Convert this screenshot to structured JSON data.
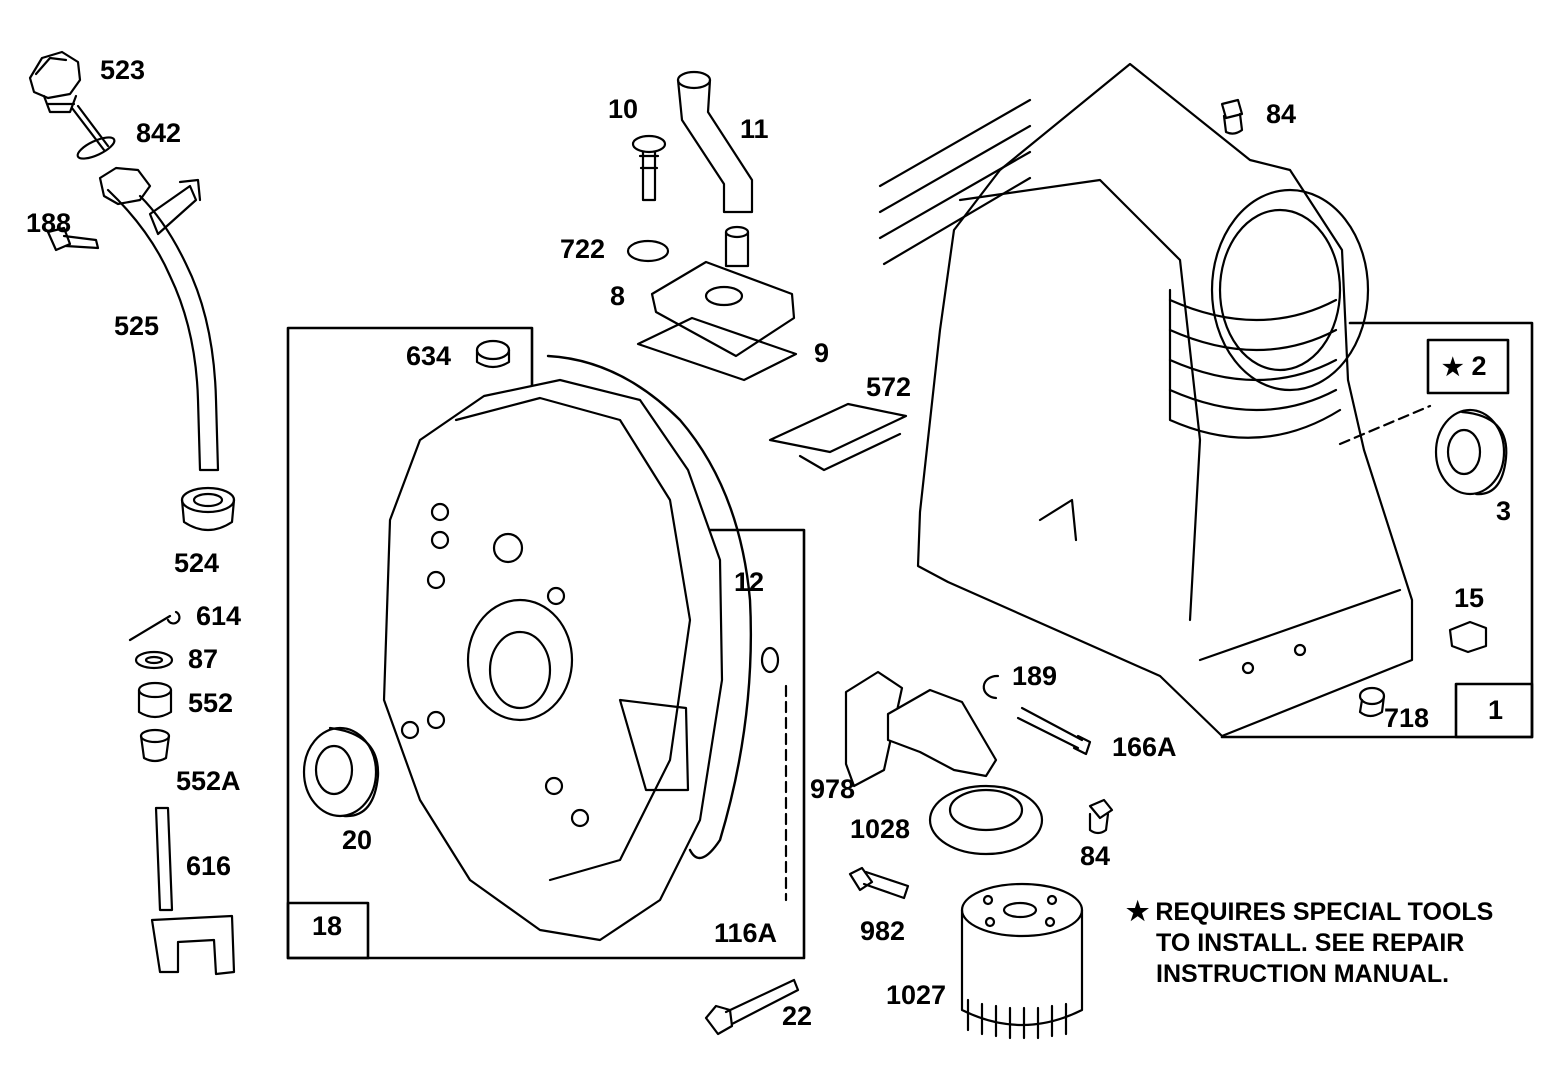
{
  "labels": {
    "p523": "523",
    "p842": "842",
    "p188": "188",
    "p525": "525",
    "p524": "524",
    "p614": "614",
    "p87": "87",
    "p552": "552",
    "p552a": "552A",
    "p616": "616",
    "p10": "10",
    "p11": "11",
    "p722": "722",
    "p8": "8",
    "p9": "9",
    "p634": "634",
    "p572": "572",
    "p12": "12",
    "p20": "20",
    "p18": "18",
    "p116a": "116A",
    "p22": "22",
    "p84a": "84",
    "p2": "2",
    "p3": "3",
    "p15": "15",
    "p718": "718",
    "p1": "1",
    "p189": "189",
    "p166a": "166A",
    "p978": "978",
    "p1028": "1028",
    "p84b": "84",
    "p982": "982",
    "p1027": "1027"
  },
  "note": {
    "star": "★",
    "line1": "REQUIRES SPECIAL TOOLS",
    "line2": "TO INSTALL.  SEE REPAIR",
    "line3": "INSTRUCTION MANUAL."
  },
  "callout_star": "★",
  "colors": {
    "ink": "#000000",
    "paper": "#ffffff"
  }
}
